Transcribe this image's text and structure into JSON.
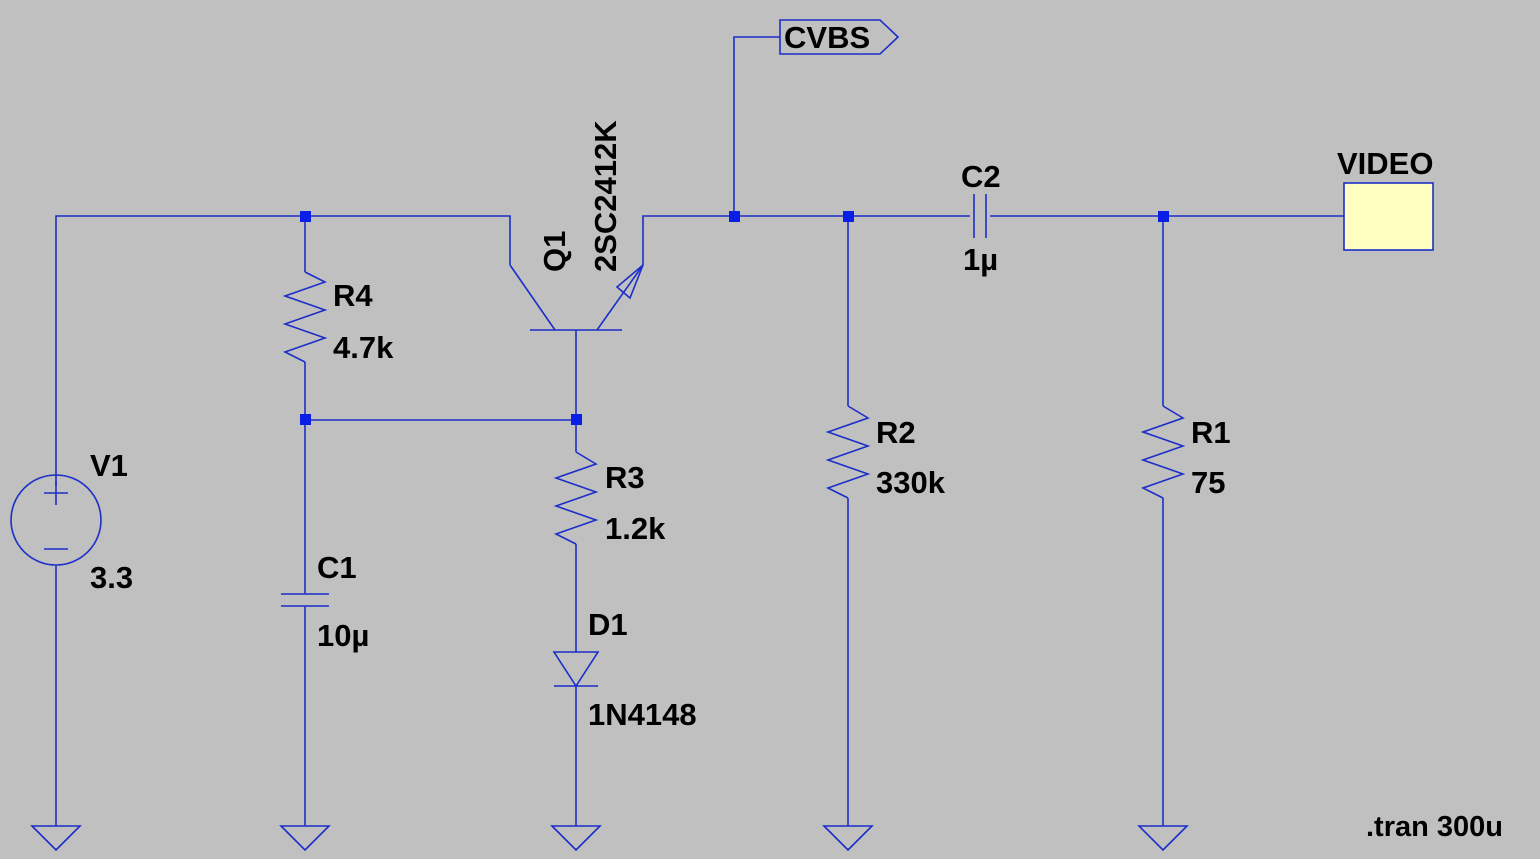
{
  "components": {
    "v1": {
      "name": "V1",
      "value": "3.3"
    },
    "r4": {
      "name": "R4",
      "value": "4.7k"
    },
    "c1": {
      "name": "C1",
      "value": "10µ"
    },
    "q1": {
      "name": "Q1",
      "value": "2SC2412K"
    },
    "r3": {
      "name": "R3",
      "value": "1.2k"
    },
    "d1": {
      "name": "D1",
      "value": "1N4148"
    },
    "r2": {
      "name": "R2",
      "value": "330k"
    },
    "c2": {
      "name": "C2",
      "value": "1µ"
    },
    "r1": {
      "name": "R1",
      "value": "75"
    }
  },
  "net_labels": {
    "cvbs": "CVBS",
    "video": "VIDEO"
  },
  "directive": ".tran 300u",
  "colors": {
    "background": "#c0c0c0",
    "wire": "#1c2ec8",
    "junction": "#0a1ee6",
    "port_fill": "#ffffc2",
    "text": "#000000"
  }
}
